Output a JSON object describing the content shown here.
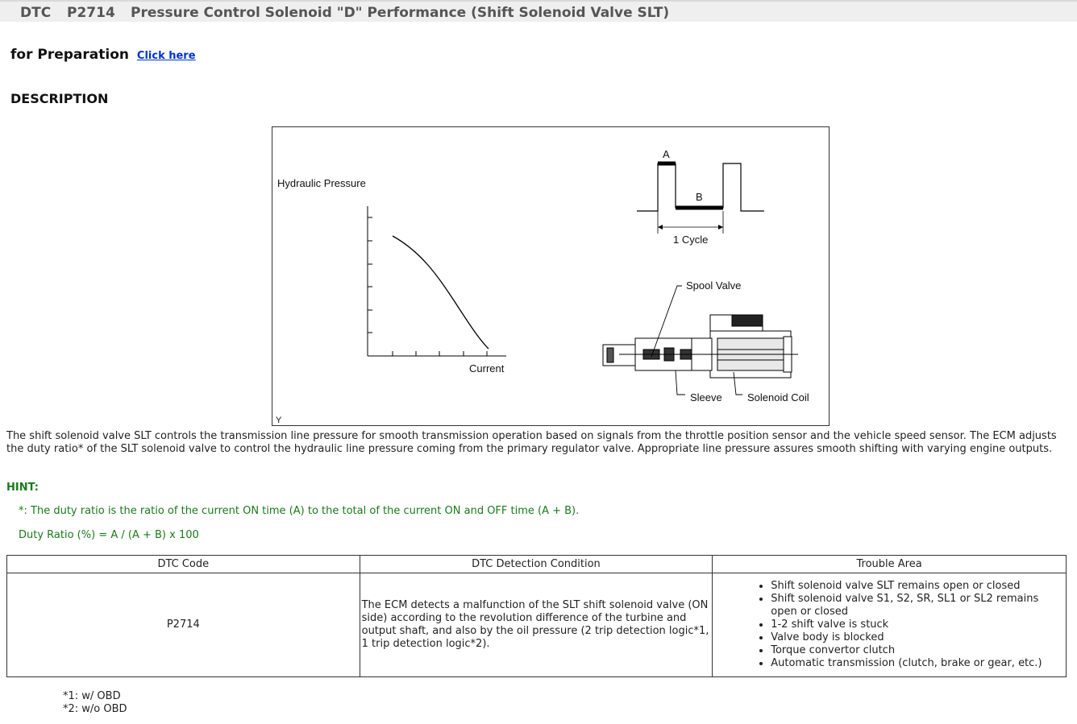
{
  "header": {
    "dtc_label": "DTC",
    "code": "P2714",
    "title": "Pressure Control Solenoid \"D\" Performance (Shift Solenoid Valve SLT)"
  },
  "preparation": {
    "label": "for Preparation",
    "link_text": "Click here"
  },
  "section_title": "DESCRIPTION",
  "figure": {
    "graph_ylabel": "Hydraulic Pressure",
    "graph_xlabel": "Current",
    "label_a": "A",
    "label_b": "B",
    "cycle_label": "1 Cycle",
    "spool_label": "Spool Valve",
    "sleeve_label": "Sleeve",
    "coil_label": "Solenoid Coil",
    "corner_mark": "Y"
  },
  "description": "The shift solenoid valve SLT controls the transmission line pressure for smooth transmission operation based on signals from the throttle position sensor and the vehicle speed sensor. The ECM adjusts the duty ratio* of the SLT solenoid valve to control the hydraulic line pressure coming from the primary regulator valve. Appropriate line pressure assures smooth shifting with varying engine outputs.",
  "hint": {
    "label": "HINT:",
    "line1": "*: The duty ratio is the ratio of the current ON time (A) to the total of the current ON and OFF time (A + B).",
    "line2": "Duty Ratio (%) = A / (A + B) x 100"
  },
  "table": {
    "headers": [
      "DTC Code",
      "DTC Detection Condition",
      "Trouble Area"
    ],
    "row": {
      "code": "P2714",
      "condition": "The ECM detects a malfunction of the SLT shift solenoid valve (ON side) according to the revolution difference of the turbine and output shaft, and also by the oil pressure (2 trip detection logic*1, 1 trip detection logic*2).",
      "areas": [
        "Shift solenoid valve SLT remains open or closed",
        "Shift solenoid valve S1, S2, SR, SL1 or SL2 remains open or closed",
        "1-2 shift valve is stuck",
        "Valve body is blocked",
        "Torque convertor clutch",
        "Automatic transmission (clutch, brake or gear, etc.)"
      ]
    }
  },
  "footnotes": [
    "*1: w/ OBD",
    "*2: w/o OBD"
  ]
}
